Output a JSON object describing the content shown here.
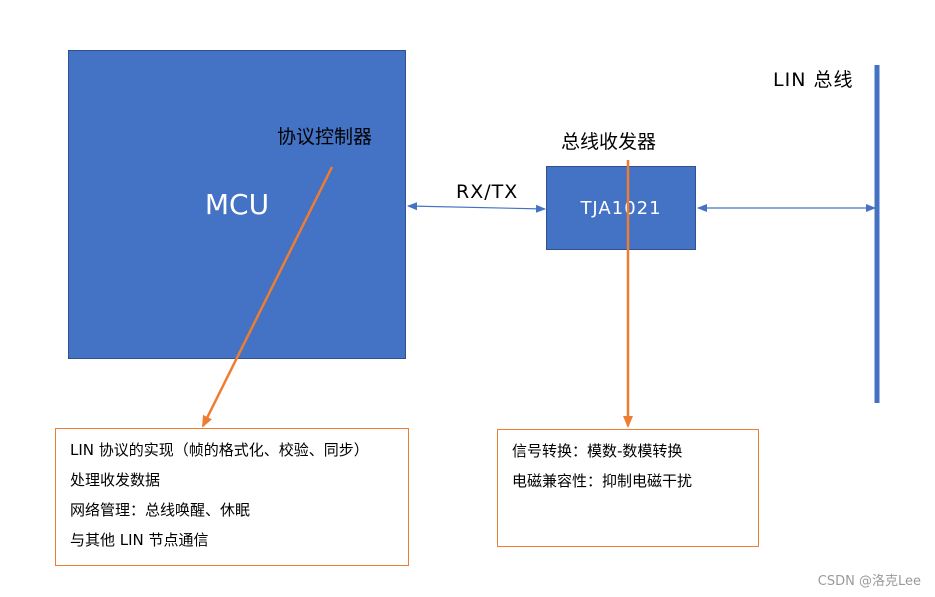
{
  "mcu": {
    "label": "MCU",
    "sub_label": "协议控制器"
  },
  "transceiver": {
    "label": "TJA1021",
    "title": "总线收发器"
  },
  "link": {
    "label": "RX/TX"
  },
  "bus": {
    "label": "LIN 总线"
  },
  "notes": {
    "left": [
      "LIN 协议的实现（帧的格式化、校验、同步）",
      "处理收发数据",
      "网络管理：总线唤醒、休眠",
      "与其他 LIN 节点通信"
    ],
    "right": [
      "信号转换：模数-数模转换",
      "电磁兼容性：抑制电磁干扰"
    ]
  },
  "watermark": "CSDN @洛克Lee",
  "colors": {
    "block": "#4472c4",
    "connector": "#4472c4",
    "callout": "#ed7d31"
  }
}
